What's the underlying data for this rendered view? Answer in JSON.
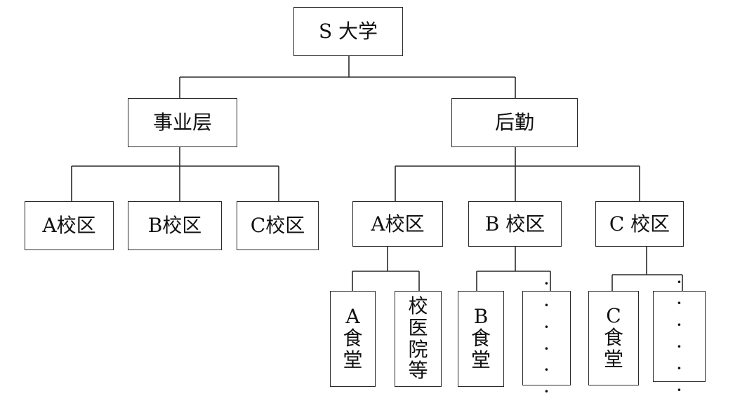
{
  "root": {
    "label": "S 大学"
  },
  "l1": {
    "left": {
      "label": "事业层"
    },
    "right": {
      "label": "后勤"
    }
  },
  "l2": {
    "left": [
      {
        "label": "A校区"
      },
      {
        "label": "B校区"
      },
      {
        "label": "C校区"
      }
    ],
    "right": [
      {
        "label": "A校区"
      },
      {
        "label": "B 校区"
      },
      {
        "label": "C 校区"
      }
    ]
  },
  "l3": [
    {
      "chars": [
        "A",
        "食",
        "堂"
      ]
    },
    {
      "chars": [
        "校",
        "医",
        "院",
        "等"
      ]
    },
    {
      "chars": [
        "B",
        "食",
        "堂"
      ]
    },
    {
      "chars": [
        "·",
        "·",
        "·",
        "·",
        "·",
        "·"
      ]
    },
    {
      "chars": [
        "C",
        "食",
        "堂"
      ]
    },
    {
      "chars": [
        "·",
        "·",
        "·",
        "·",
        "·",
        "·"
      ]
    }
  ]
}
